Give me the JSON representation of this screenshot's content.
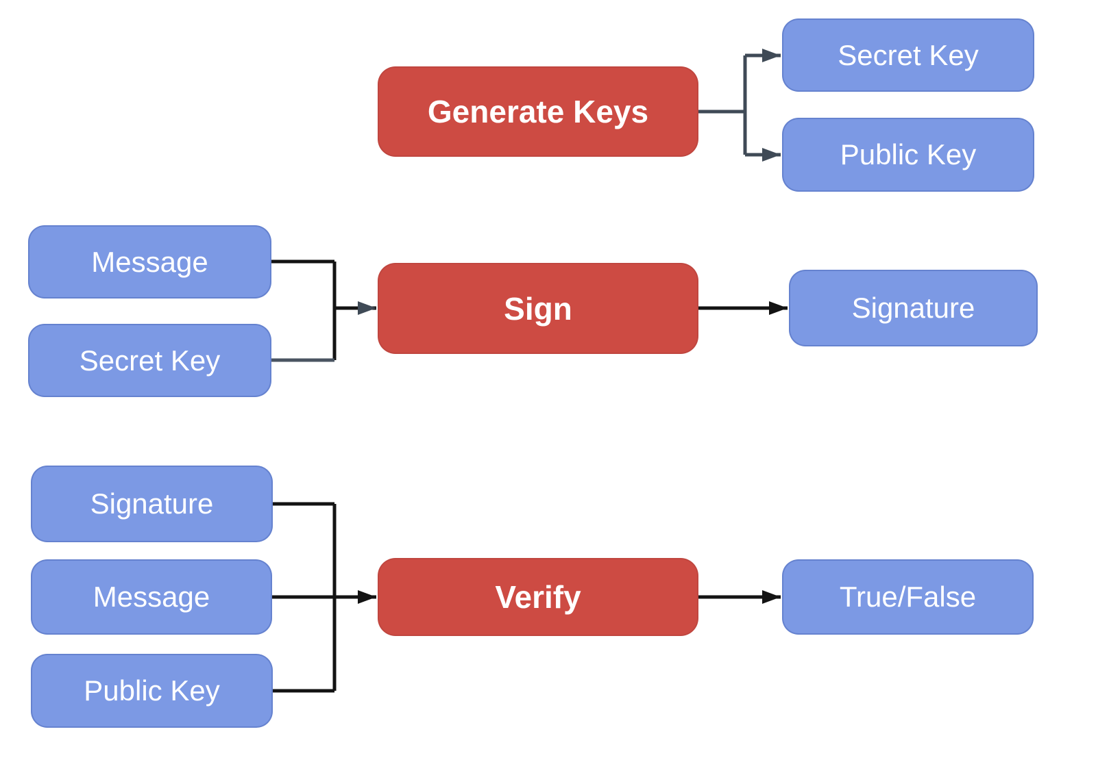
{
  "diagram": {
    "colors": {
      "process_fill": "#CD4B43",
      "data_fill": "#7C99E4",
      "connector_dark": "#3F4A56",
      "connector_black": "#131313",
      "text": "#FFFFFF",
      "background": "#FFFFFF"
    },
    "nodes": {
      "generate_keys": {
        "label": "Generate Keys",
        "type": "process"
      },
      "secret_key_output": {
        "label": "Secret Key",
        "type": "data"
      },
      "public_key_output": {
        "label": "Public Key",
        "type": "data"
      },
      "message_sign": {
        "label": "Message",
        "type": "data"
      },
      "secret_key_sign": {
        "label": "Secret Key",
        "type": "data"
      },
      "sign": {
        "label": "Sign",
        "type": "process"
      },
      "signature_output": {
        "label": "Signature",
        "type": "data"
      },
      "signature_verify": {
        "label": "Signature",
        "type": "data"
      },
      "message_verify": {
        "label": "Message",
        "type": "data"
      },
      "public_key_verify": {
        "label": "Public Key",
        "type": "data"
      },
      "verify": {
        "label": "Verify",
        "type": "process"
      },
      "true_false": {
        "label": "True/False",
        "type": "data"
      }
    },
    "edges": [
      {
        "from": "Generate Keys",
        "to": "Secret Key"
      },
      {
        "from": "Generate Keys",
        "to": "Public Key"
      },
      {
        "from": "Message",
        "to": "Sign"
      },
      {
        "from": "Secret Key",
        "to": "Sign"
      },
      {
        "from": "Sign",
        "to": "Signature"
      },
      {
        "from": "Signature",
        "to": "Verify"
      },
      {
        "from": "Message",
        "to": "Verify"
      },
      {
        "from": "Public Key",
        "to": "Verify"
      },
      {
        "from": "Verify",
        "to": "True/False"
      }
    ]
  }
}
